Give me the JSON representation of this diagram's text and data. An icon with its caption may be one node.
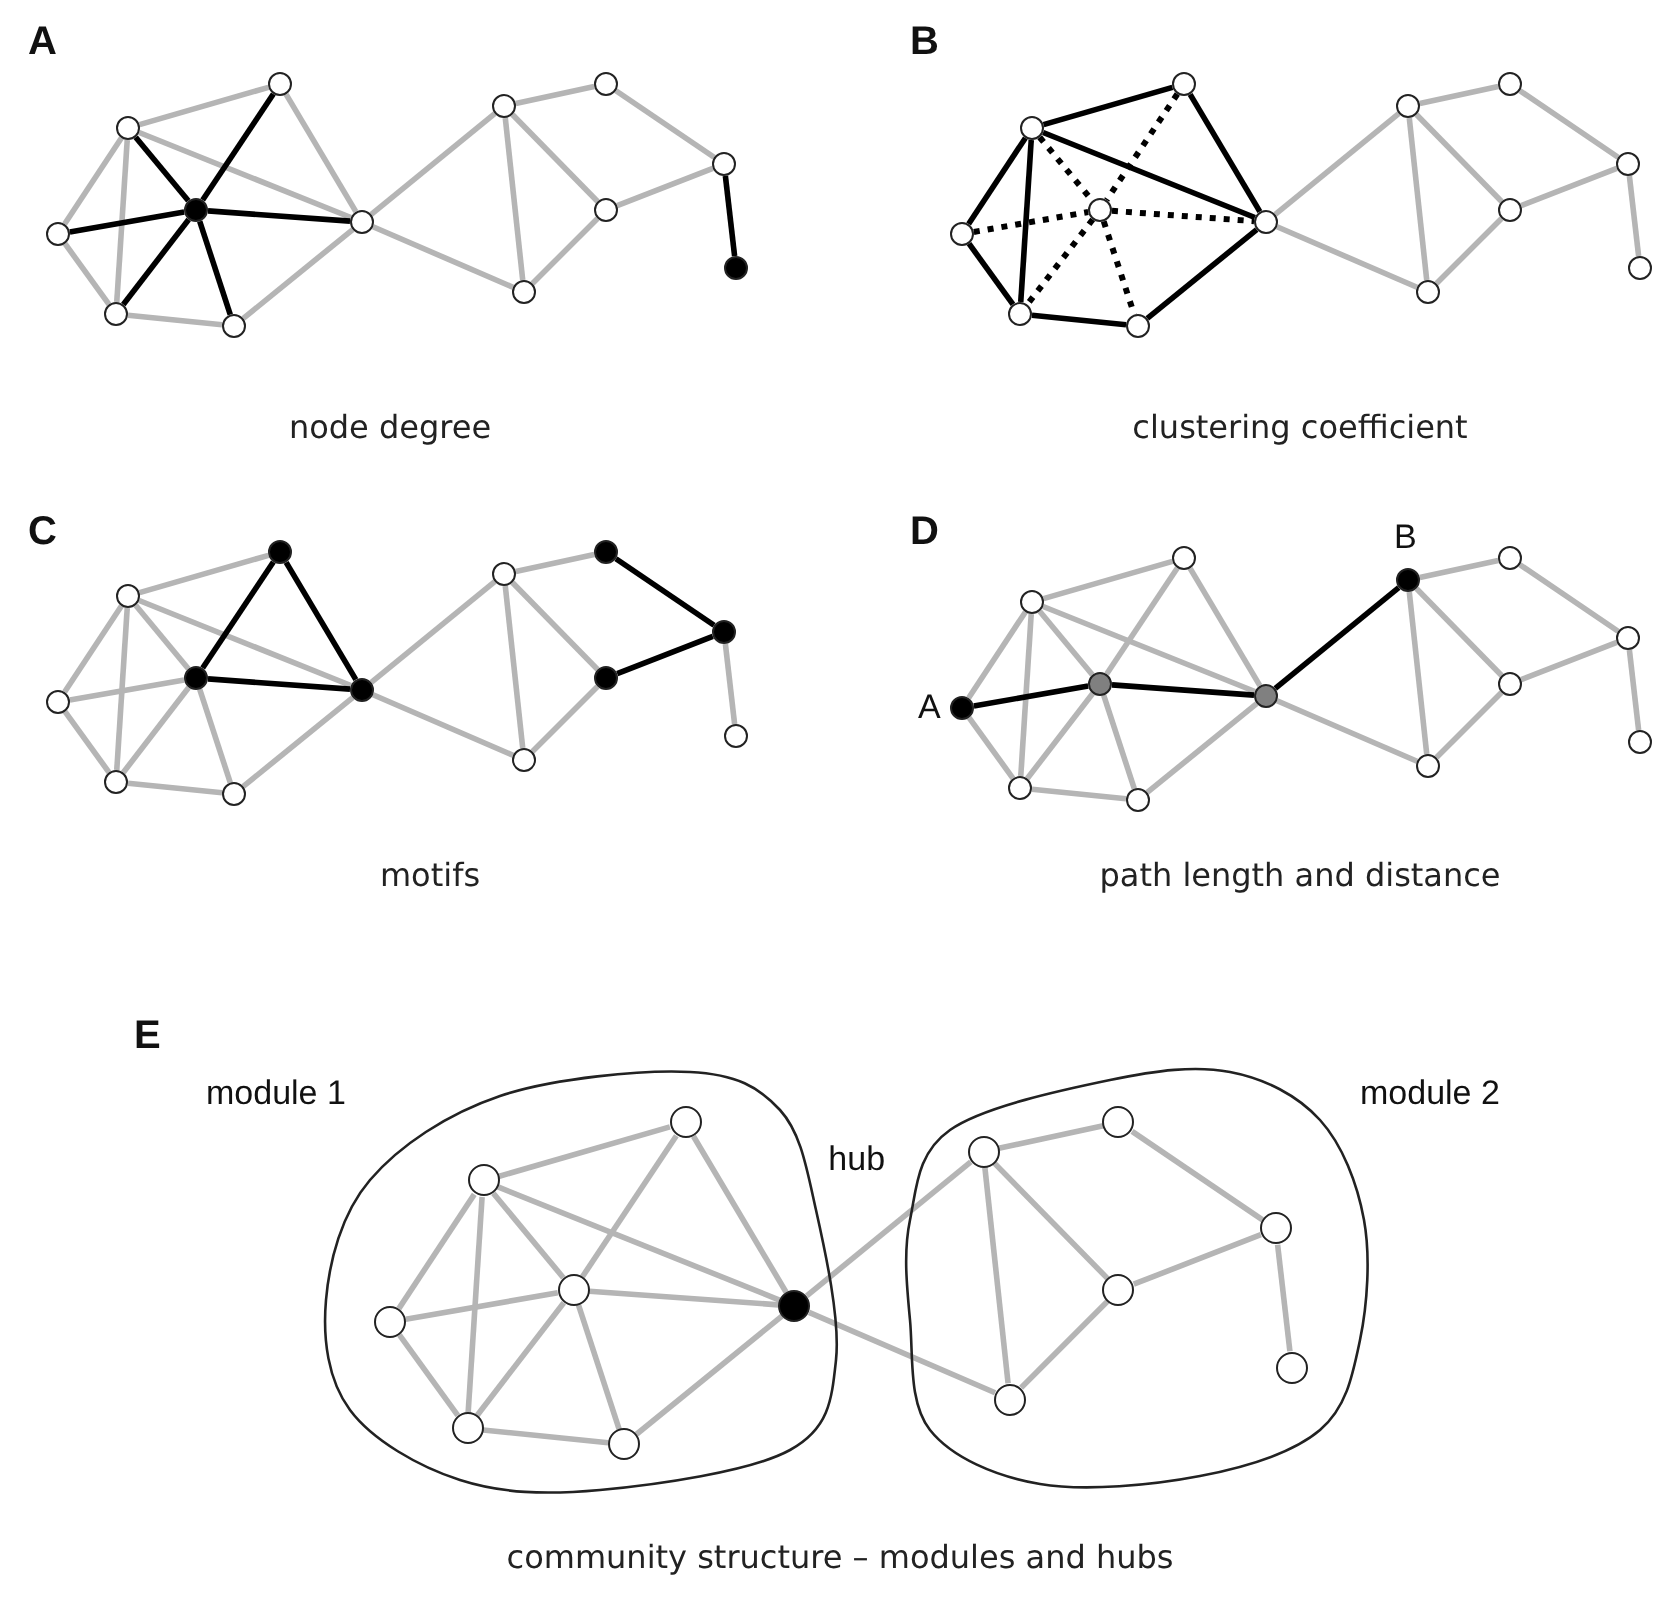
{
  "diagram": {
    "nodes": [
      {
        "text": [],
        "shape": "circle"
      },
      {
        "text": [],
        "shape": "circle"
      },
      {
        "text": [],
        "shape": "circle"
      },
      {
        "text": [],
        "shape": "circle"
      },
      {
        "text": [],
        "shape": "circle"
      },
      {
        "text": [],
        "shape": "circle"
      },
      {
        "text": [],
        "shape": "circle"
      },
      {
        "text": [],
        "shape": "circle"
      },
      {
        "text": [],
        "shape": "circle"
      },
      {
        "text": [],
        "shape": "circle"
      },
      {
        "text": [],
        "shape": "circle"
      },
      {
        "text": [],
        "shape": "circle"
      },
      {
        "text": [],
        "shape": "circle"
      },
      {
        "text": [],
        "shape": "circle"
      },
      {
        "text": [],
        "shape": "circle"
      },
      {
        "text": [],
        "shape": "circle"
      },
      {
        "text": [],
        "shape": "circle"
      },
      {
        "text": [],
        "shape": "circle"
      },
      {
        "text": [],
        "shape": "circle"
      },
      {
        "text": [],
        "shape": "circle"
      },
      {
        "text": [],
        "shape": "circle"
      },
      {
        "text": [],
        "shape": "circle"
      },
      {
        "text": [],
        "shape": "circle"
      },
      {
        "text": [],
        "shape": "circle"
      },
      {
        "text": [],
        "shape": "circle"
      },
      {
        "text": [],
        "shape": "circle"
      },
      {
        "text": [],
        "shape": "circle"
      },
      {
        "text": [],
        "shape": "circle"
      },
      {
        "text": [],
        "shape": "circle"
      },
      {
        "text": [],
        "shape": "circle"
      },
      {
        "text": [],
        "shape": "circle"
      },
      {
        "text": [],
        "shape": "circle"
      },
      {
        "text": [],
        "shape": "circle"
      },
      {
        "text": [],
        "shape": "circle"
      },
      {
        "text": [],
        "shape": "circle"
      },
      {
        "text": [],
        "shape": "circle"
      },
      {
        "text": [],
        "shape": "circle"
      },
      {
        "text": [],
        "shape": "circle"
      },
      {
        "text": [],
        "shape": "circle"
      },
      {
        "text": [],
        "shape": "circle"
      },
      {
        "text": [],
        "shape": "circle"
      },
      {
        "text": [],
        "shape": "circle",
        "beside": [
          "A"
        ]
      },
      {
        "text": [],
        "shape": "circle"
      },
      {
        "text": [],
        "shape": "circle"
      },
      {
        "text": [],
        "shape": "circle"
      },
      {
        "text": [],
        "shape": "circle"
      },
      {
        "text": [],
        "shape": "circle",
        "beside": [
          "B"
        ]
      },
      {
        "text": [],
        "shape": "circle"
      },
      {
        "text": [],
        "shape": "circle"
      },
      {
        "text": [],
        "shape": "circle"
      },
      {
        "text": [],
        "shape": "circle"
      },
      {
        "text": [],
        "shape": "circle"
      },
      {
        "text": [
          "module 1"
        ]
      },
      {
        "text": [
          "module 2"
        ]
      },
      {
        "text": [],
        "shape": "circle",
        "in": 52
      },
      {
        "text": [],
        "shape": "circle",
        "in": 52
      },
      {
        "text": [],
        "shape": "circle",
        "in": 52
      },
      {
        "text": [],
        "shape": "circle",
        "in": 52
      },
      {
        "text": [],
        "shape": "circle",
        "in": 52
      },
      {
        "text": [],
        "shape": "circle",
        "in": 52
      },
      {
        "text": [],
        "shape": "circle",
        "in": 52,
        "beside": [
          "hub"
        ]
      },
      {
        "text": [],
        "shape": "circle",
        "in": 53
      },
      {
        "text": [],
        "shape": "circle",
        "in": 53
      },
      {
        "text": [],
        "shape": "circle",
        "in": 53
      },
      {
        "text": [],
        "shape": "circle",
        "in": 53
      },
      {
        "text": [],
        "shape": "circle",
        "in": 53
      },
      {
        "text": [],
        "shape": "circle",
        "in": 53
      }
    ],
    "edges": [
      {
        "from": 0,
        "to": 1,
        "arrow": "none"
      },
      {
        "from": 0,
        "to": 2,
        "arrow": "none"
      },
      {
        "from": 0,
        "to": 4,
        "arrow": "none"
      },
      {
        "from": 0,
        "to": 3,
        "arrow": "none",
        "color": "#000000"
      },
      {
        "from": 0,
        "to": 6,
        "arrow": "none"
      },
      {
        "from": 1,
        "to": 3,
        "arrow": "none",
        "color": "#000000"
      },
      {
        "from": 1,
        "to": 6,
        "arrow": "none"
      },
      {
        "from": 2,
        "to": 3,
        "arrow": "none",
        "color": "#000000"
      },
      {
        "from": 2,
        "to": 4,
        "arrow": "none"
      },
      {
        "from": 3,
        "to": 4,
        "arrow": "none",
        "color": "#000000"
      },
      {
        "from": 3,
        "to": 5,
        "arrow": "none",
        "color": "#000000"
      },
      {
        "from": 3,
        "to": 6,
        "arrow": "none",
        "color": "#000000"
      },
      {
        "from": 4,
        "to": 5,
        "arrow": "none"
      },
      {
        "from": 5,
        "to": 6,
        "arrow": "none"
      },
      {
        "from": 6,
        "to": 7,
        "arrow": "none"
      },
      {
        "from": 6,
        "to": 11,
        "arrow": "none"
      },
      {
        "from": 7,
        "to": 8,
        "arrow": "none"
      },
      {
        "from": 7,
        "to": 10,
        "arrow": "none"
      },
      {
        "from": 7,
        "to": 11,
        "arrow": "none"
      },
      {
        "from": 8,
        "to": 9,
        "arrow": "none"
      },
      {
        "from": 9,
        "to": 10,
        "arrow": "none"
      },
      {
        "from": 10,
        "to": 11,
        "arrow": "none"
      },
      {
        "from": 9,
        "to": 12,
        "arrow": "none",
        "color": "#000000"
      },
      {
        "from": 13,
        "to": 14,
        "arrow": "none",
        "color": "#000000"
      },
      {
        "from": 13,
        "to": 15,
        "arrow": "none",
        "color": "#000000"
      },
      {
        "from": 13,
        "to": 17,
        "arrow": "none",
        "color": "#000000"
      },
      {
        "from": 13,
        "to": 16,
        "arrow": "none",
        "style": "dashed",
        "color": "#000000"
      },
      {
        "from": 13,
        "to": 19,
        "arrow": "none",
        "color": "#000000"
      },
      {
        "from": 14,
        "to": 16,
        "arrow": "none",
        "style": "dashed",
        "color": "#000000"
      },
      {
        "from": 14,
        "to": 19,
        "arrow": "none",
        "color": "#000000"
      },
      {
        "from": 15,
        "to": 16,
        "arrow": "none",
        "style": "dashed",
        "color": "#000000"
      },
      {
        "from": 15,
        "to": 17,
        "arrow": "none",
        "color": "#000000"
      },
      {
        "from": 16,
        "to": 17,
        "arrow": "none",
        "style": "dashed",
        "color": "#000000"
      },
      {
        "from": 16,
        "to": 18,
        "arrow": "none",
        "style": "dashed",
        "color": "#000000"
      },
      {
        "from": 16,
        "to": 19,
        "arrow": "none",
        "style": "dashed",
        "color": "#000000"
      },
      {
        "from": 17,
        "to": 18,
        "arrow": "none",
        "color": "#000000"
      },
      {
        "from": 18,
        "to": 19,
        "arrow": "none",
        "color": "#000000"
      },
      {
        "from": 19,
        "to": 20,
        "arrow": "none"
      },
      {
        "from": 19,
        "to": 24,
        "arrow": "none"
      },
      {
        "from": 20,
        "to": 21,
        "arrow": "none"
      },
      {
        "from": 20,
        "to": 23,
        "arrow": "none"
      },
      {
        "from": 20,
        "to": 24,
        "arrow": "none"
      },
      {
        "from": 21,
        "to": 22,
        "arrow": "none"
      },
      {
        "from": 22,
        "to": 23,
        "arrow": "none"
      },
      {
        "from": 23,
        "to": 24,
        "arrow": "none"
      },
      {
        "from": 22,
        "to": 25,
        "arrow": "none"
      },
      {
        "from": 26,
        "to": 27,
        "arrow": "none"
      },
      {
        "from": 26,
        "to": 28,
        "arrow": "none"
      },
      {
        "from": 26,
        "to": 30,
        "arrow": "none"
      },
      {
        "from": 26,
        "to": 29,
        "arrow": "none"
      },
      {
        "from": 26,
        "to": 32,
        "arrow": "none"
      },
      {
        "from": 27,
        "to": 29,
        "arrow": "none",
        "color": "#000000"
      },
      {
        "from": 27,
        "to": 32,
        "arrow": "none",
        "color": "#000000"
      },
      {
        "from": 28,
        "to": 29,
        "arrow": "none"
      },
      {
        "from": 28,
        "to": 30,
        "arrow": "none"
      },
      {
        "from": 29,
        "to": 30,
        "arrow": "none"
      },
      {
        "from": 29,
        "to": 31,
        "arrow": "none"
      },
      {
        "from": 29,
        "to": 32,
        "arrow": "none",
        "color": "#000000"
      },
      {
        "from": 30,
        "to": 31,
        "arrow": "none"
      },
      {
        "from": 31,
        "to": 32,
        "arrow": "none"
      },
      {
        "from": 32,
        "to": 33,
        "arrow": "none"
      },
      {
        "from": 32,
        "to": 37,
        "arrow": "none"
      },
      {
        "from": 33,
        "to": 34,
        "arrow": "none"
      },
      {
        "from": 33,
        "to": 36,
        "arrow": "none"
      },
      {
        "from": 33,
        "to": 37,
        "arrow": "none"
      },
      {
        "from": 34,
        "to": 35,
        "arrow": "none",
        "color": "#000000"
      },
      {
        "from": 35,
        "to": 36,
        "arrow": "none",
        "color": "#000000"
      },
      {
        "from": 36,
        "to": 37,
        "arrow": "none"
      },
      {
        "from": 35,
        "to": 38,
        "arrow": "none"
      },
      {
        "from": 39,
        "to": 40,
        "arrow": "none"
      },
      {
        "from": 39,
        "to": 41,
        "arrow": "none"
      },
      {
        "from": 39,
        "to": 43,
        "arrow": "none"
      },
      {
        "from": 39,
        "to": 42,
        "arrow": "none"
      },
      {
        "from": 39,
        "to": 45,
        "arrow": "none"
      },
      {
        "from": 40,
        "to": 42,
        "arrow": "none"
      },
      {
        "from": 40,
        "to": 45,
        "arrow": "none"
      },
      {
        "from": 41,
        "to": 42,
        "arrow": "none",
        "color": "#000000"
      },
      {
        "from": 41,
        "to": 43,
        "arrow": "none"
      },
      {
        "from": 42,
        "to": 43,
        "arrow": "none"
      },
      {
        "from": 42,
        "to": 44,
        "arrow": "none"
      },
      {
        "from": 42,
        "to": 45,
        "arrow": "none",
        "color": "#000000"
      },
      {
        "from": 43,
        "to": 44,
        "arrow": "none"
      },
      {
        "from": 44,
        "to": 45,
        "arrow": "none"
      },
      {
        "from": 45,
        "to": 46,
        "arrow": "none",
        "color": "#000000"
      },
      {
        "from": 45,
        "to": 50,
        "arrow": "none"
      },
      {
        "from": 46,
        "to": 47,
        "arrow": "none"
      },
      {
        "from": 46,
        "to": 49,
        "arrow": "none"
      },
      {
        "from": 46,
        "to": 50,
        "arrow": "none"
      },
      {
        "from": 47,
        "to": 48,
        "arrow": "none"
      },
      {
        "from": 48,
        "to": 49,
        "arrow": "none"
      },
      {
        "from": 49,
        "to": 50,
        "arrow": "none"
      },
      {
        "from": 48,
        "to": 51,
        "arrow": "none"
      },
      {
        "from": 54,
        "to": 55,
        "arrow": "none"
      },
      {
        "from": 54,
        "to": 56,
        "arrow": "none"
      },
      {
        "from": 54,
        "to": 58,
        "arrow": "none"
      },
      {
        "from": 54,
        "to": 57,
        "arrow": "none"
      },
      {
        "from": 54,
        "to": 60,
        "arrow": "none"
      },
      {
        "from": 55,
        "to": 57,
        "arrow": "none"
      },
      {
        "from": 55,
        "to": 60,
        "arrow": "none"
      },
      {
        "from": 56,
        "to": 57,
        "arrow": "none"
      },
      {
        "from": 56,
        "to": 58,
        "arrow": "none"
      },
      {
        "from": 57,
        "to": 58,
        "arrow": "none"
      },
      {
        "from": 57,
        "to": 59,
        "arrow": "none"
      },
      {
        "from": 57,
        "to": 60,
        "arrow": "none"
      },
      {
        "from": 58,
        "to": 59,
        "arrow": "none"
      },
      {
        "from": 59,
        "to": 60,
        "arrow": "none"
      },
      {
        "from": 60,
        "to": 61,
        "arrow": "none"
      },
      {
        "from": 60,
        "to": 65,
        "arrow": "none"
      },
      {
        "from": 61,
        "to": 62,
        "arrow": "none"
      },
      {
        "from": 61,
        "to": 64,
        "arrow": "none"
      },
      {
        "from": 61,
        "to": 65,
        "arrow": "none"
      },
      {
        "from": 62,
        "to": 63,
        "arrow": "none"
      },
      {
        "from": 63,
        "to": 64,
        "arrow": "none"
      },
      {
        "from": 64,
        "to": 65,
        "arrow": "none"
      },
      {
        "from": 63,
        "to": 66,
        "arrow": "none"
      }
    ],
    "labels": [
      "A",
      "B",
      "node degree",
      "clustering coefficient",
      "C",
      "D",
      "motifs",
      "path length and distance",
      "E",
      "community structure – modules and hubs"
    ]
  }
}
